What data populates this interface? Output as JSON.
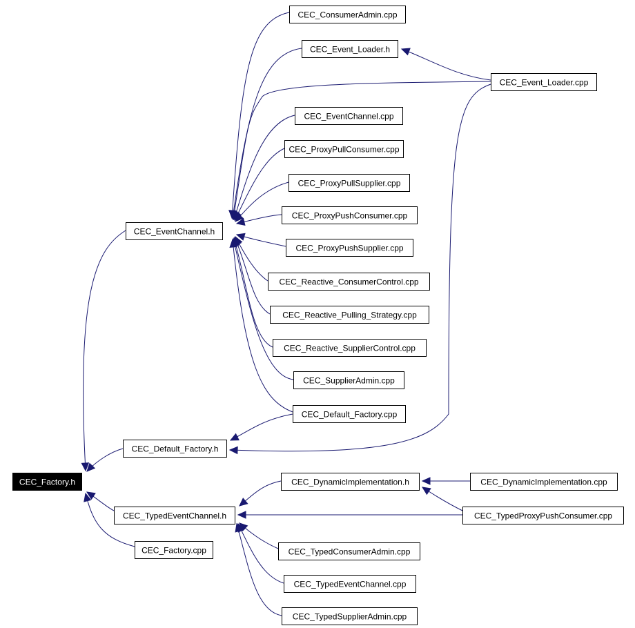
{
  "diagram": {
    "colors": {
      "edge": "#191970",
      "node_border": "#000000",
      "node_fill": "#ffffff",
      "node_text": "#000000",
      "root_fill": "#000000",
      "root_text": "#ffffff"
    },
    "nodes": [
      {
        "id": "root",
        "label": "CEC_Factory.h",
        "root": true
      },
      {
        "id": "ech",
        "label": "CEC_EventChannel.h"
      },
      {
        "id": "dfh",
        "label": "CEC_Default_Factory.h"
      },
      {
        "id": "tech",
        "label": "CEC_TypedEventChannel.h"
      },
      {
        "id": "fcpp",
        "label": "CEC_Factory.cpp"
      },
      {
        "id": "cadm",
        "label": "CEC_ConsumerAdmin.cpp"
      },
      {
        "id": "elh",
        "label": "CEC_Event_Loader.h"
      },
      {
        "id": "elcpp",
        "label": "CEC_Event_Loader.cpp"
      },
      {
        "id": "eccpp",
        "label": "CEC_EventChannel.cpp"
      },
      {
        "id": "ppc",
        "label": "CEC_ProxyPullConsumer.cpp"
      },
      {
        "id": "pps",
        "label": "CEC_ProxyPullSupplier.cpp"
      },
      {
        "id": "phc",
        "label": "CEC_ProxyPushConsumer.cpp"
      },
      {
        "id": "phs",
        "label": "CEC_ProxyPushSupplier.cpp"
      },
      {
        "id": "rcc",
        "label": "CEC_Reactive_ConsumerControl.cpp"
      },
      {
        "id": "rps",
        "label": "CEC_Reactive_Pulling_Strategy.cpp"
      },
      {
        "id": "rsc",
        "label": "CEC_Reactive_SupplierControl.cpp"
      },
      {
        "id": "sadm",
        "label": "CEC_SupplierAdmin.cpp"
      },
      {
        "id": "dfcpp",
        "label": "CEC_Default_Factory.cpp"
      },
      {
        "id": "dih",
        "label": "CEC_DynamicImplementation.h"
      },
      {
        "id": "dicpp",
        "label": "CEC_DynamicImplementation.cpp"
      },
      {
        "id": "tpp",
        "label": "CEC_TypedProxyPushConsumer.cpp"
      },
      {
        "id": "tca",
        "label": "CEC_TypedConsumerAdmin.cpp"
      },
      {
        "id": "tec",
        "label": "CEC_TypedEventChannel.cpp"
      },
      {
        "id": "tsa",
        "label": "CEC_TypedSupplierAdmin.cpp"
      }
    ],
    "edges": [
      {
        "from": "ech",
        "to": "root"
      },
      {
        "from": "dfh",
        "to": "root"
      },
      {
        "from": "tech",
        "to": "root"
      },
      {
        "from": "fcpp",
        "to": "root"
      },
      {
        "from": "cadm",
        "to": "ech"
      },
      {
        "from": "elh",
        "to": "ech"
      },
      {
        "from": "elcpp",
        "to": "ech"
      },
      {
        "from": "eccpp",
        "to": "ech"
      },
      {
        "from": "ppc",
        "to": "ech"
      },
      {
        "from": "pps",
        "to": "ech"
      },
      {
        "from": "phc",
        "to": "ech"
      },
      {
        "from": "phs",
        "to": "ech"
      },
      {
        "from": "rcc",
        "to": "ech"
      },
      {
        "from": "rps",
        "to": "ech"
      },
      {
        "from": "rsc",
        "to": "ech"
      },
      {
        "from": "sadm",
        "to": "ech"
      },
      {
        "from": "dfcpp",
        "to": "ech"
      },
      {
        "from": "elcpp",
        "to": "elh"
      },
      {
        "from": "dfcpp",
        "to": "dfh"
      },
      {
        "from": "elcpp",
        "to": "dfh"
      },
      {
        "from": "dih",
        "to": "tech"
      },
      {
        "from": "tpp",
        "to": "tech"
      },
      {
        "from": "tca",
        "to": "tech"
      },
      {
        "from": "tec",
        "to": "tech"
      },
      {
        "from": "tsa",
        "to": "tech"
      },
      {
        "from": "dicpp",
        "to": "dih"
      },
      {
        "from": "tpp",
        "to": "dih"
      }
    ]
  }
}
